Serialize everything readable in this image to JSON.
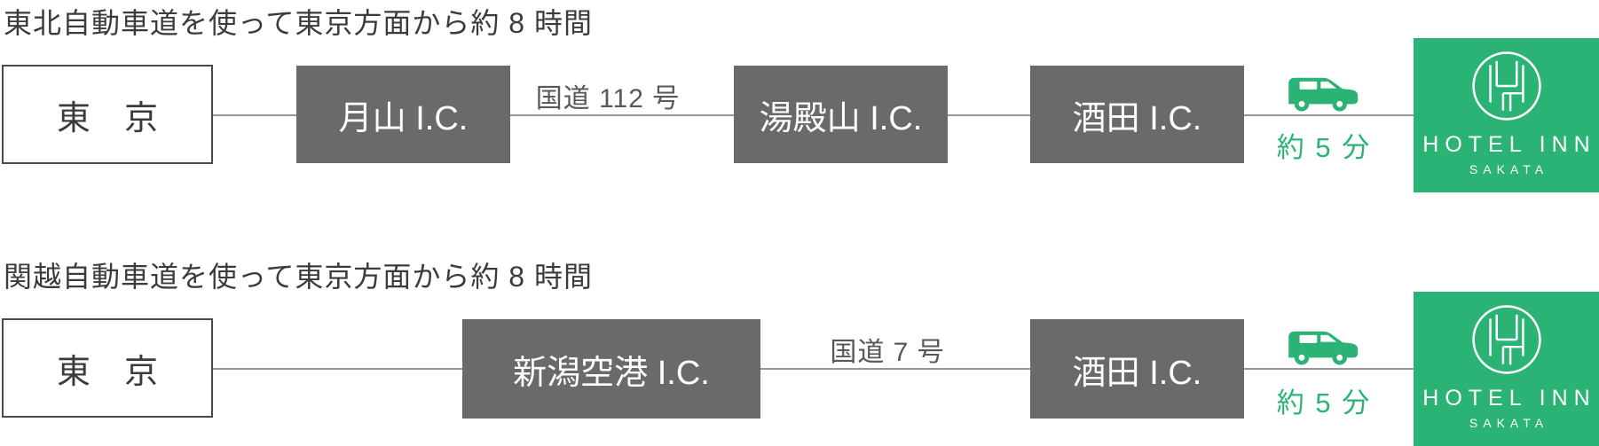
{
  "routes": [
    {
      "heading": "東北自動車道を使って東京方面から約 8 時間",
      "origin": "東　京",
      "stops": [
        "月山 I.C.",
        "湯殿山 I.C.",
        "酒田 I.C."
      ],
      "road": "国道 112 号",
      "time": "約 5 分"
    },
    {
      "heading": "関越自動車道を使って東京方面から約 8 時間",
      "origin": "東　京",
      "stops": [
        "新潟空港 I.C.",
        "酒田 I.C."
      ],
      "road": "国道 7 号",
      "time": "約 5 分"
    }
  ],
  "hotel": {
    "name": "HOTEL INN",
    "location": "SAKATA"
  },
  "icons": {
    "car": "car-icon",
    "monogram": "hotel-inn-monogram-icon"
  },
  "colors": {
    "brand_green": "#2bb375",
    "box_gray": "#6a6a6a",
    "text_dark": "#3e3a39",
    "label_gray": "#595757",
    "line_gray": "#969696"
  }
}
